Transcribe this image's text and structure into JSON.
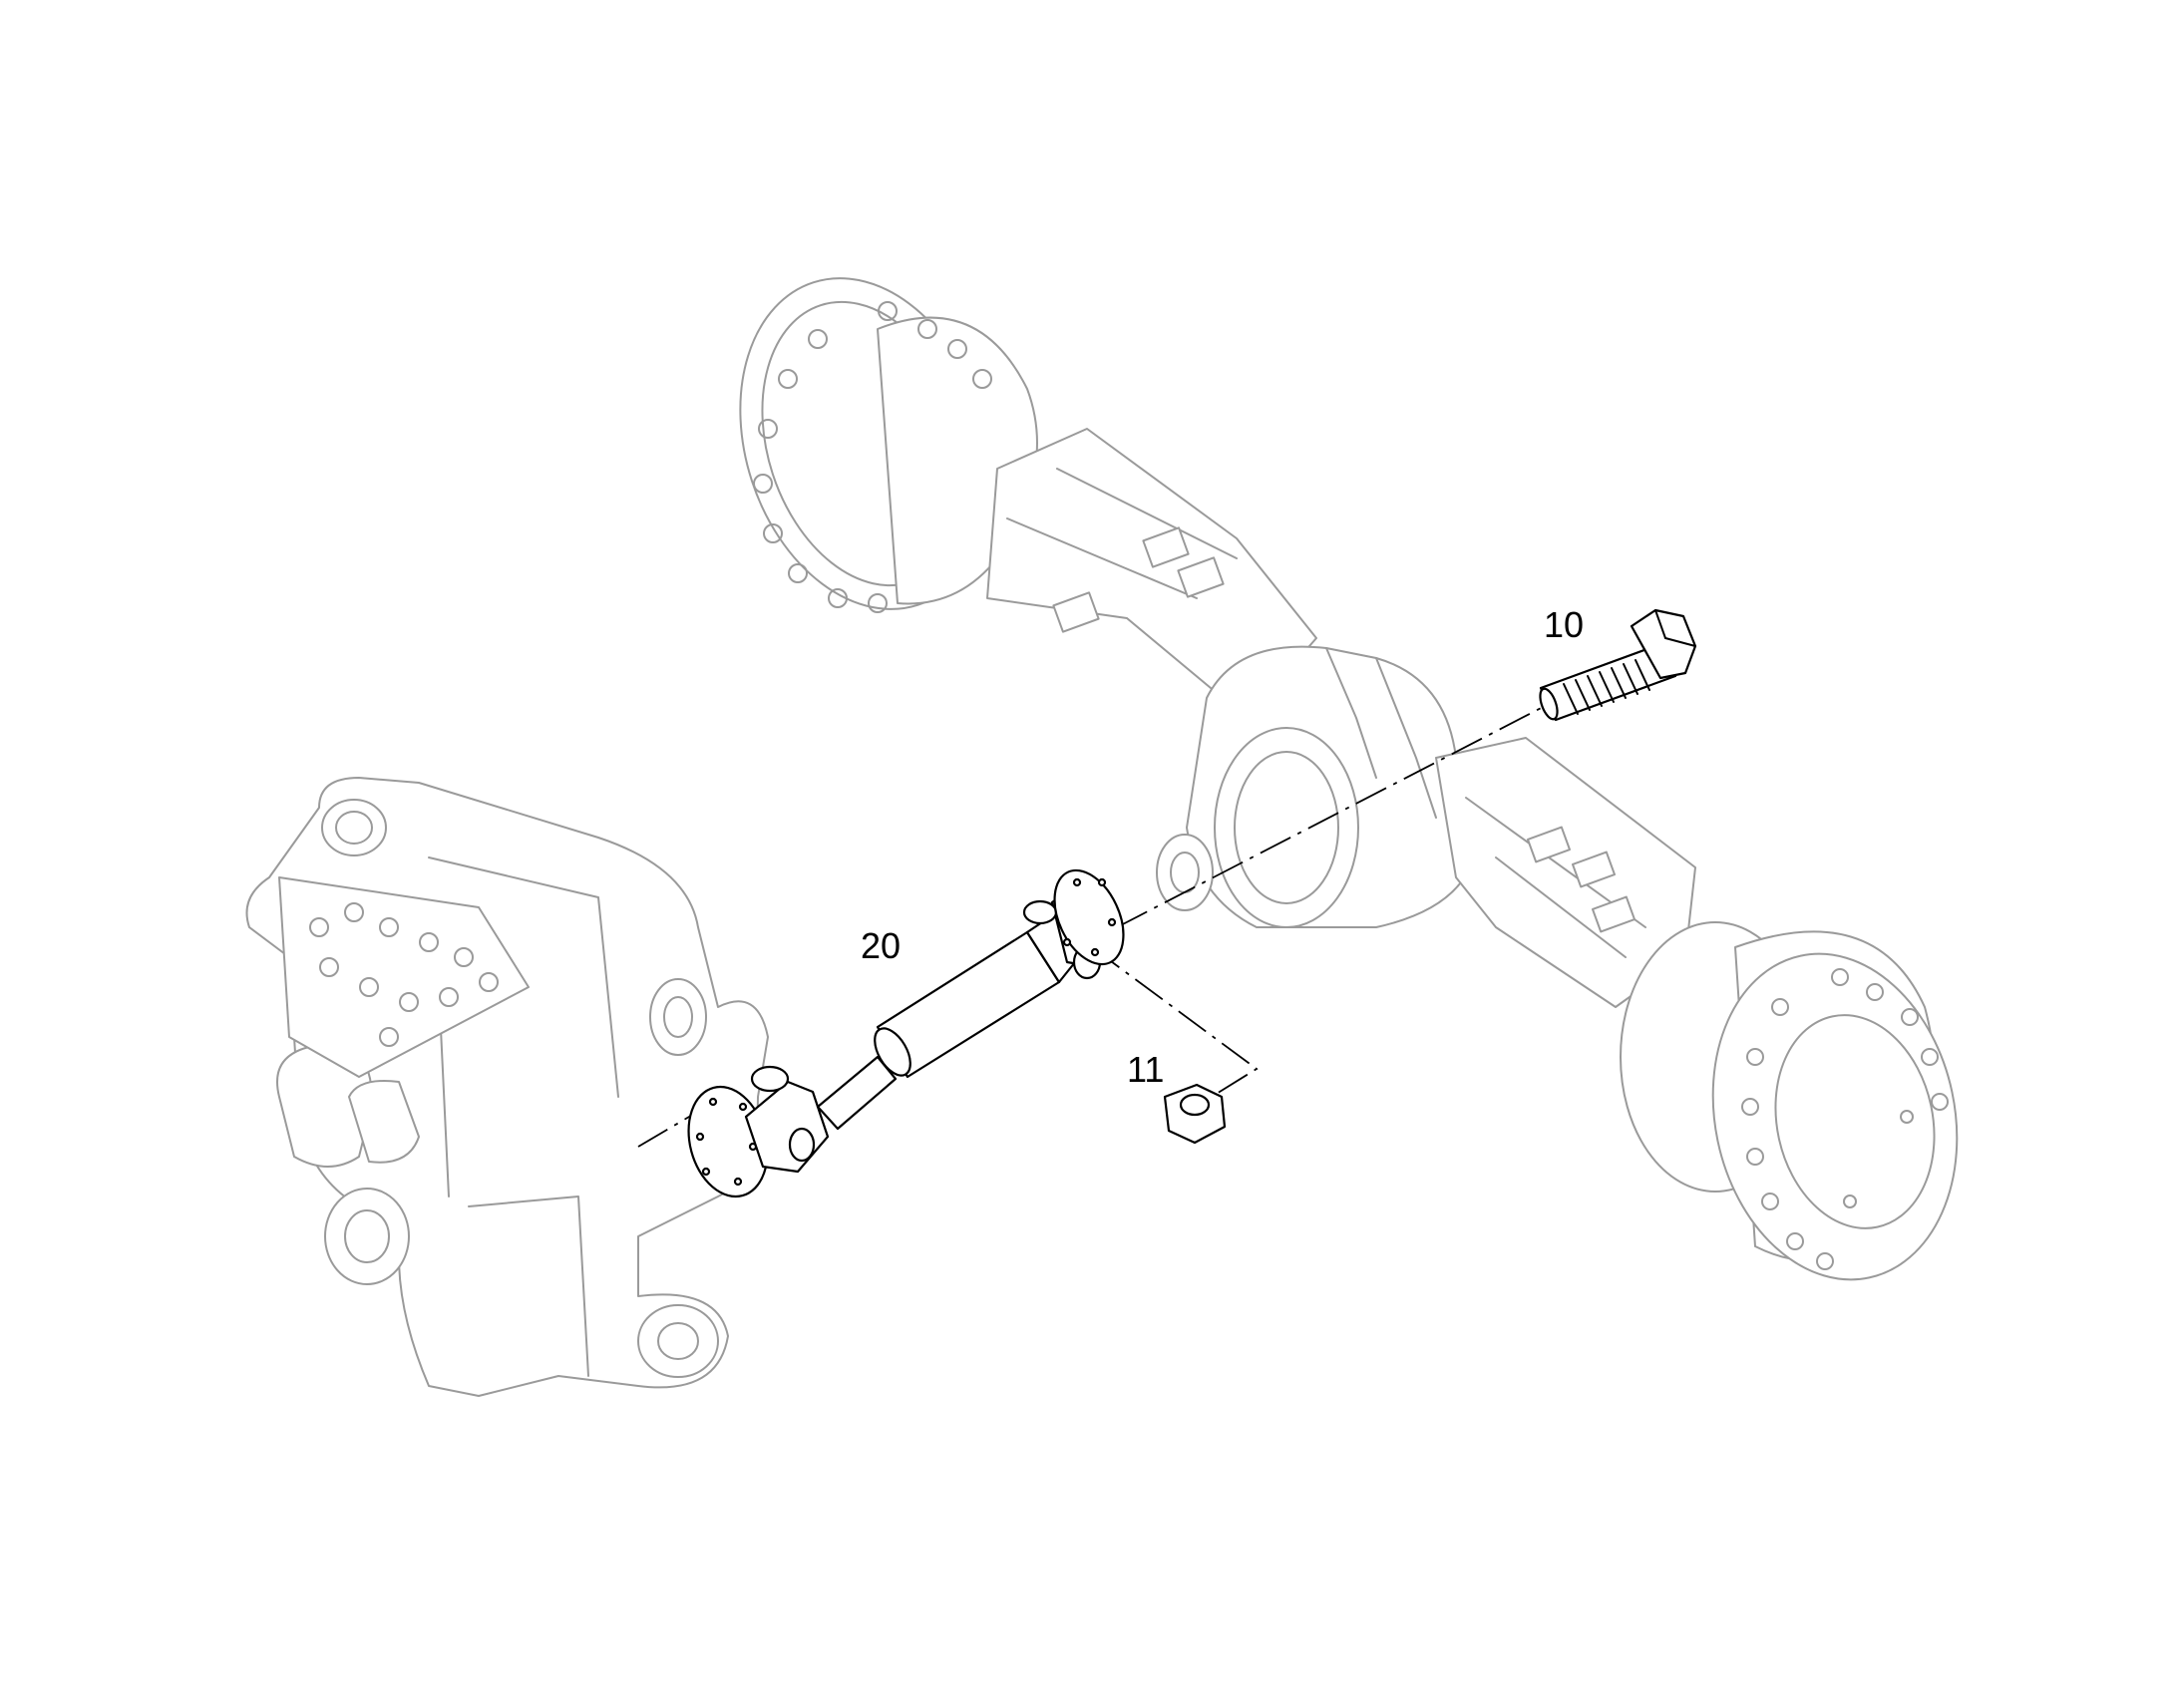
{
  "diagram": {
    "callouts": [
      {
        "id": "10",
        "text": "10"
      },
      {
        "id": "11",
        "text": "11"
      },
      {
        "id": "20",
        "text": "20"
      }
    ]
  }
}
